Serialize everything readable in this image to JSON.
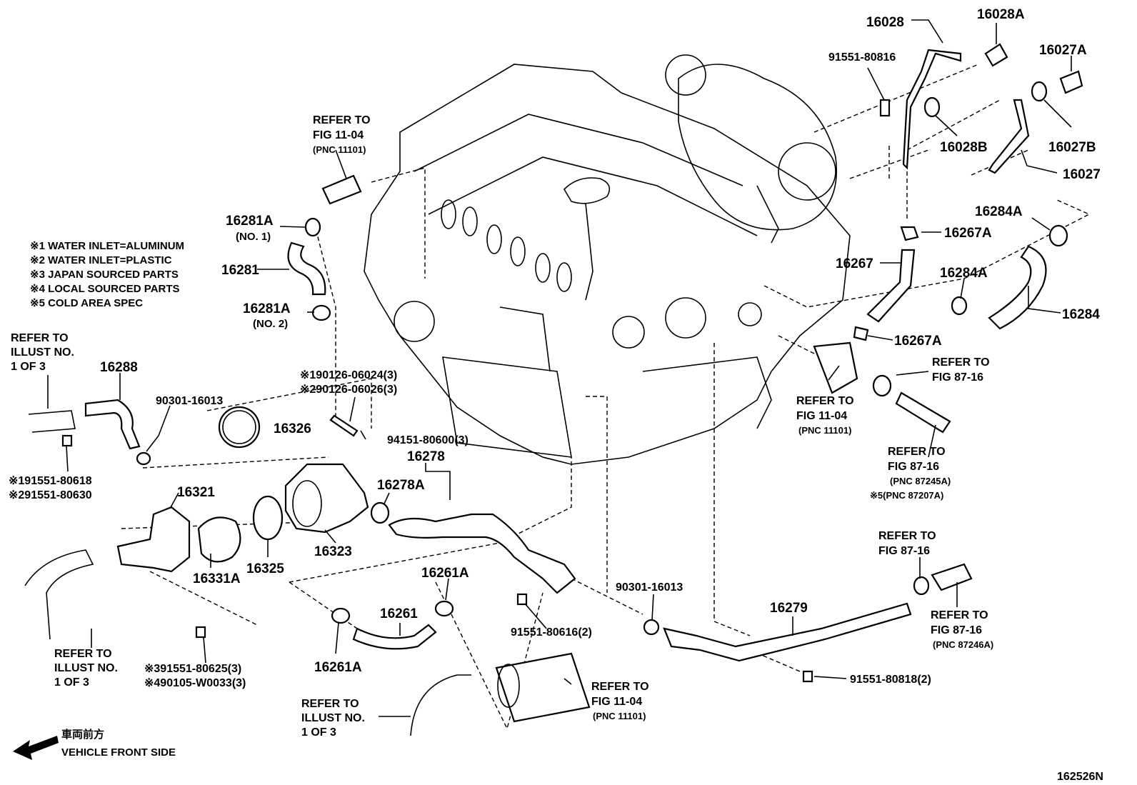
{
  "figure_code": "162526N",
  "notes": [
    "※1 WATER INLET=ALUMINUM",
    "※2 WATER INLET=PLASTIC",
    "※3 JAPAN SOURCED PARTS",
    "※4 LOCAL SOURCED PARTS",
    "※5 COLD AREA SPEC"
  ],
  "direction": {
    "jp": "車両前方",
    "en": "VEHICLE FRONT SIDE"
  },
  "parts": {
    "p16028": "16028",
    "p16028A": "16028A",
    "p16027A": "16027A",
    "p16027B": "16027B",
    "p16028B": "16028B",
    "p16027": "16027",
    "p91551_80816": "91551-80816",
    "p16284A_top": "16284A",
    "p16267A_top": "16267A",
    "p16267": "16267",
    "p16284A_mid": "16284A",
    "p16284": "16284",
    "p16267A_bot": "16267A",
    "p16281A_1": "16281A",
    "p16281A_1n": "(NO. 1)",
    "p16281": "16281",
    "p16281A_2": "16281A",
    "p16281A_2n": "(NO. 2)",
    "p16288": "16288",
    "p90301_a": "90301-16013",
    "p190126": "※190126-06024(3)",
    "p290126": "※290126-06026(3)",
    "p16326": "16326",
    "p94151": "94151-80600(3)",
    "p16278": "16278",
    "p16278A": "16278A",
    "p191551": "※191551-80618",
    "p291551": "※291551-80630",
    "p16321": "16321",
    "p16331A": "16331A",
    "p16325": "16325",
    "p16323": "16323",
    "p16261A_top": "16261A",
    "p16261": "16261",
    "p16261A_bot": "16261A",
    "p90301_b": "90301-16013",
    "p91551_80616": "91551-80616(2)",
    "p16279": "16279",
    "p91551_80818": "91551-80818(2)",
    "p391551": "※391551-80625(3)",
    "p490105": "※490105-W0033(3)"
  },
  "refs": {
    "r_top": [
      "REFER TO",
      "FIG 11-04",
      "(PNC 11101)"
    ],
    "r_illust_left": [
      "REFER TO",
      "ILLUST NO.",
      "1 OF 3"
    ],
    "r_fig1104_mid": [
      "REFER TO",
      "FIG 11-04",
      "(PNC 11101)"
    ],
    "r_fig8716_a": [
      "REFER TO",
      "FIG 87-16"
    ],
    "r_fig8716_b": [
      "REFER TO",
      "FIG 87-16",
      "(PNC 87245A)",
      "※5(PNC 87207A)"
    ],
    "r_fig8716_c": [
      "REFER TO",
      "FIG 87-16"
    ],
    "r_fig8716_d": [
      "REFER TO",
      "FIG 87-16",
      "(PNC 87246A)"
    ],
    "r_illust_bl": [
      "REFER TO",
      "ILLUST NO.",
      "1 OF 3"
    ],
    "r_illust_bc": [
      "REFER TO",
      "ILLUST NO.",
      "1 OF 3"
    ],
    "r_fig1104_bot": [
      "REFER TO",
      "FIG 11-04",
      "(PNC 11101)"
    ]
  }
}
